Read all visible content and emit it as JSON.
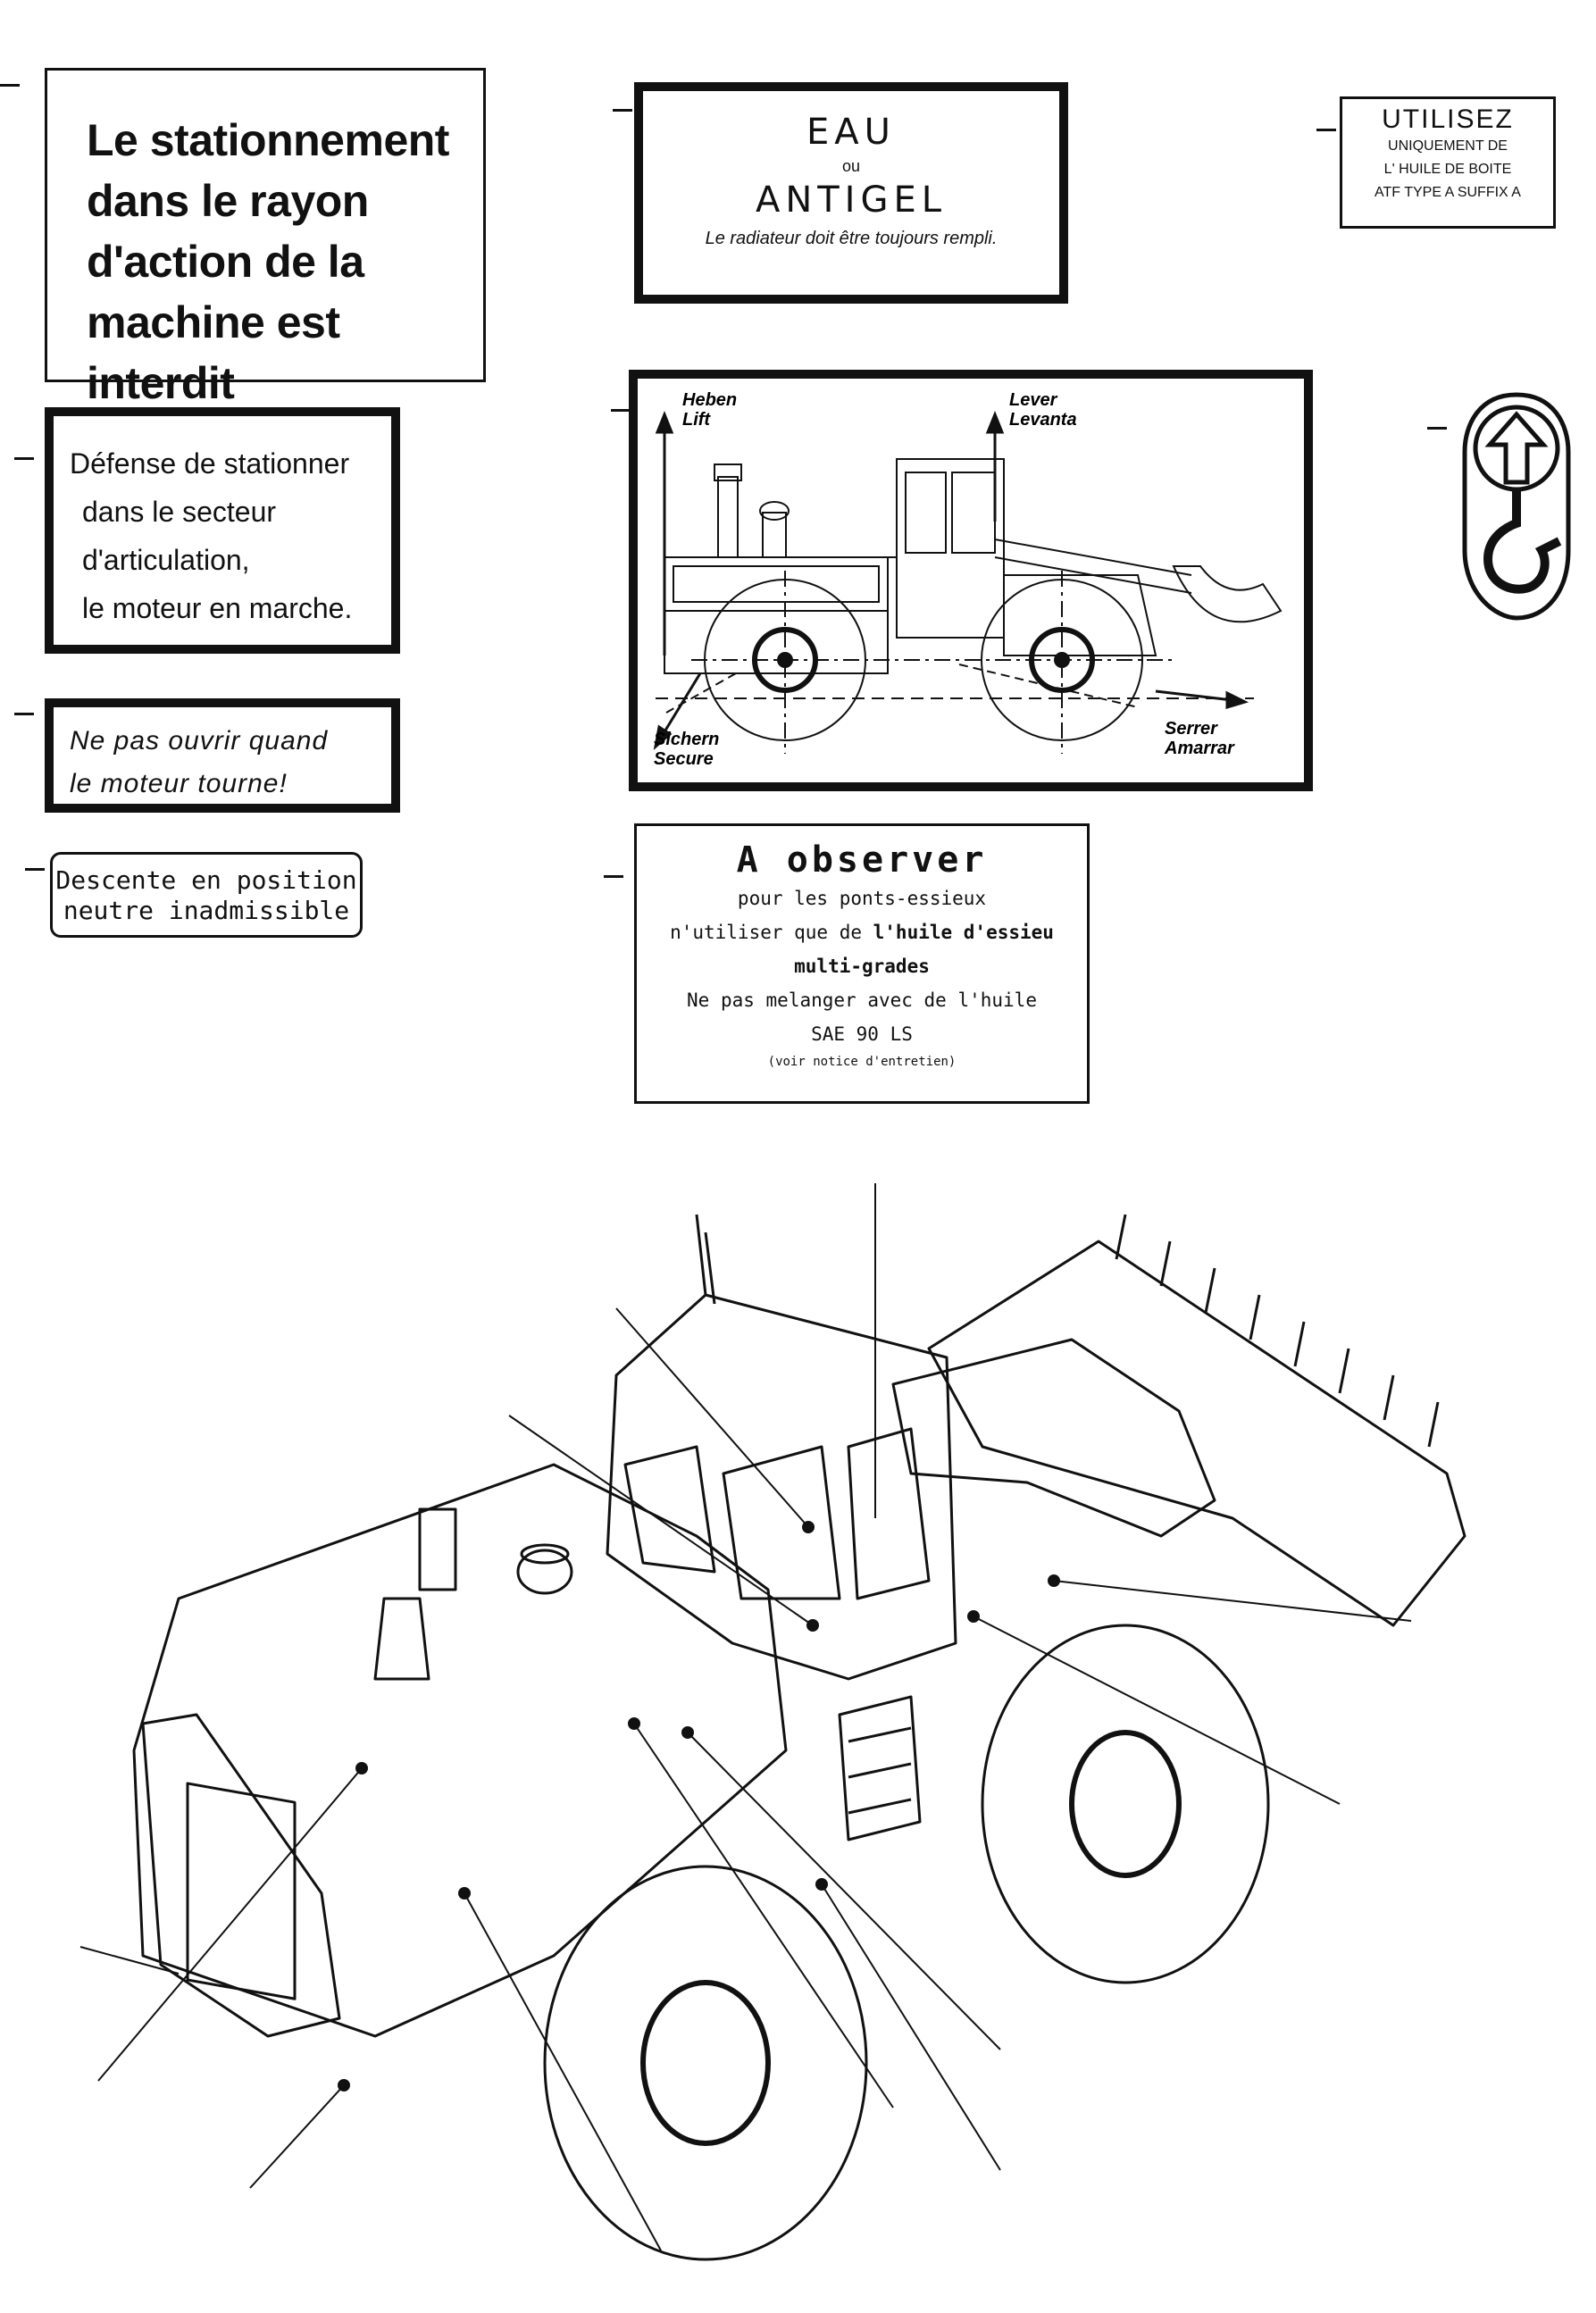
{
  "decals": {
    "no_parking_radius": {
      "lines": [
        "Le stationnement",
        "dans le rayon",
        "d'action de la",
        "machine est interdit"
      ]
    },
    "water_antifreeze": {
      "title": "EAU",
      "connector": "ou",
      "subtitle": "ANTIGEL",
      "note": "Le radiateur doit être toujours rempli."
    },
    "gearbox_oil": {
      "title": "UTILISEZ",
      "lines": [
        "UNIQUEMENT DE",
        "L' HUILE DE BOITE",
        "ATF TYPE A SUFFIX A"
      ]
    },
    "no_parking_articulation": {
      "lines": [
        "Défense de stationner",
        "dans le secteur",
        "d'articulation,",
        "le moteur en marche."
      ]
    },
    "do_not_open": {
      "lines": [
        "Ne pas ouvrir  quand",
        "le moteur tourne!"
      ]
    },
    "neutral_descent": {
      "lines": [
        "Descente en position",
        "neutre inadmissible"
      ]
    },
    "lift_secure_diagram": {
      "labels": {
        "heben": "Heben",
        "lift": "Lift",
        "lever": "Lever",
        "levanta": "Levanta",
        "sichern": "Sichern",
        "secure": "Secure",
        "serrer": "Serrer",
        "amarrar": "Amarrar"
      }
    },
    "axle_oil": {
      "title": "A observer",
      "line1": "pour les ponts-essieux",
      "line2a": "n'utiliser que de ",
      "line2b": "l'huile d'essieu",
      "line3": "multi-grades",
      "line4": "Ne pas melanger avec de l'huile",
      "line5": "SAE 90 LS",
      "line6": "(voir notice d'entretien)"
    }
  },
  "symbols": {
    "lift_hook": "lift-hook-arrow-icon"
  },
  "colors": {
    "ink": "#111111",
    "paper": "#ffffff"
  }
}
